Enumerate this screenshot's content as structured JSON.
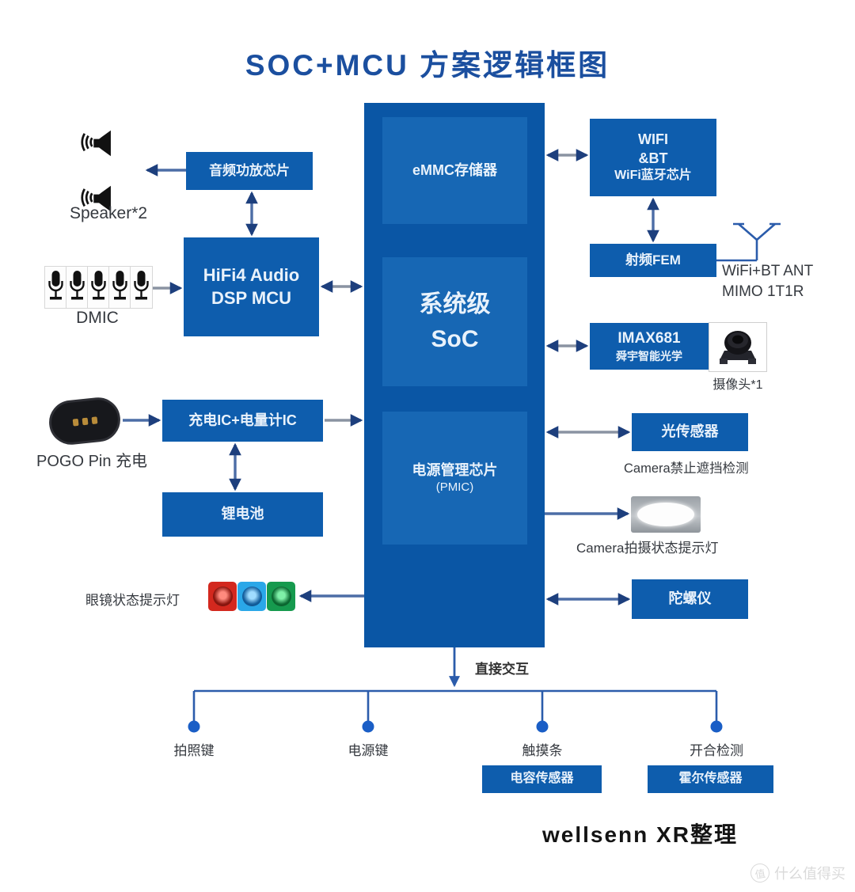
{
  "title": "SOC+MCU 方案逻辑框图",
  "colors": {
    "title_blue": "#1b4f9f",
    "box_blue": "#0e5dad",
    "soc_outer": "#0a56a5",
    "soc_inner": "#1767b4",
    "wire_gray": "#8a93a2",
    "wire_blue": "#4c6da6",
    "wire_head": "#1d3f7d",
    "bottom_blue": "#2b5cab",
    "node_dot": "#1a5ec6",
    "led_red": "#d3281e",
    "led_blue": "#2aa7e8",
    "led_green": "#169a4e"
  },
  "soc": {
    "emmc": "eMMC存储器",
    "system_line1": "系统级",
    "system_line2": "SoC",
    "pmic_line1": "电源管理芯片",
    "pmic_line2": "(PMIC)"
  },
  "left": {
    "amp": "音频功放芯片",
    "speaker": "Speaker*2",
    "hifi_line1": "HiFi4 Audio",
    "hifi_line2": "DSP MCU",
    "dmic": "DMIC",
    "charge": "充电IC+电量计IC",
    "pogo": "POGO Pin 充电",
    "battery": "锂电池",
    "glasses_led": "眼镜状态提示灯"
  },
  "right": {
    "wifi_line1": "WIFI",
    "wifi_line2": "&BT",
    "wifi_line3": "WiFi蓝牙芯片",
    "fem": "射频FEM",
    "ant_line1": "WiFi+BT ANT",
    "ant_line2": "MIMO 1T1R",
    "imax_line1": "IMAX681",
    "imax_line2": "舜宇智能光学",
    "camera_count": "摄像头*1",
    "light_sensor": "光传感器",
    "camera_block": "Camera禁止遮挡检测",
    "camera_led": "Camera拍摄状态提示灯",
    "gyro": "陀螺仪"
  },
  "bottom": {
    "direct": "直接交互",
    "keys": [
      "拍照键",
      "电源键",
      "触摸条",
      "开合检测"
    ],
    "cap_sensor": "电容传感器",
    "hall_sensor": "霍尔传感器"
  },
  "footer": {
    "credit": "wellsenn XR整理",
    "watermark_badge": "值",
    "watermark": "什么值得买"
  }
}
